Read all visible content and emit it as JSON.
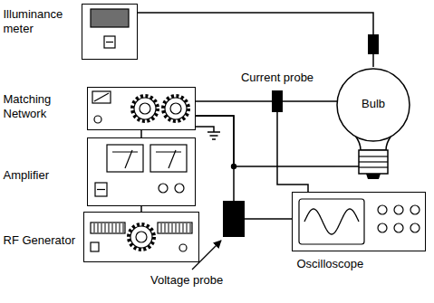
{
  "diagram": {
    "nodes": [
      {
        "text": [
          "Illuminance meter"
        ]
      },
      {
        "text": [
          "Bulb"
        ]
      },
      {
        "text": [
          "Matching Network"
        ]
      },
      {
        "text": [
          "Current probe"
        ]
      },
      {
        "text": [
          "Amplifier"
        ]
      },
      {
        "text": [
          "RF Generator"
        ]
      },
      {
        "text": [
          "Oscilloscope"
        ]
      },
      {
        "text": [
          "Voltage probe"
        ]
      }
    ],
    "edges": [
      {
        "from": 0,
        "to": 1,
        "arrow": "none"
      },
      {
        "from": 2,
        "to": 1,
        "arrow": "none"
      },
      {
        "from": 2,
        "to": 1,
        "arrow": "none"
      },
      {
        "from": 2,
        "to": 7,
        "arrow": "none"
      },
      {
        "from": 3,
        "to": 6,
        "arrow": "none"
      },
      {
        "from": 7,
        "to": 6,
        "arrow": "none"
      },
      {
        "from": 5,
        "to": 4,
        "arrow": "none"
      },
      {
        "from": 4,
        "to": 2,
        "arrow": "none"
      }
    ]
  }
}
